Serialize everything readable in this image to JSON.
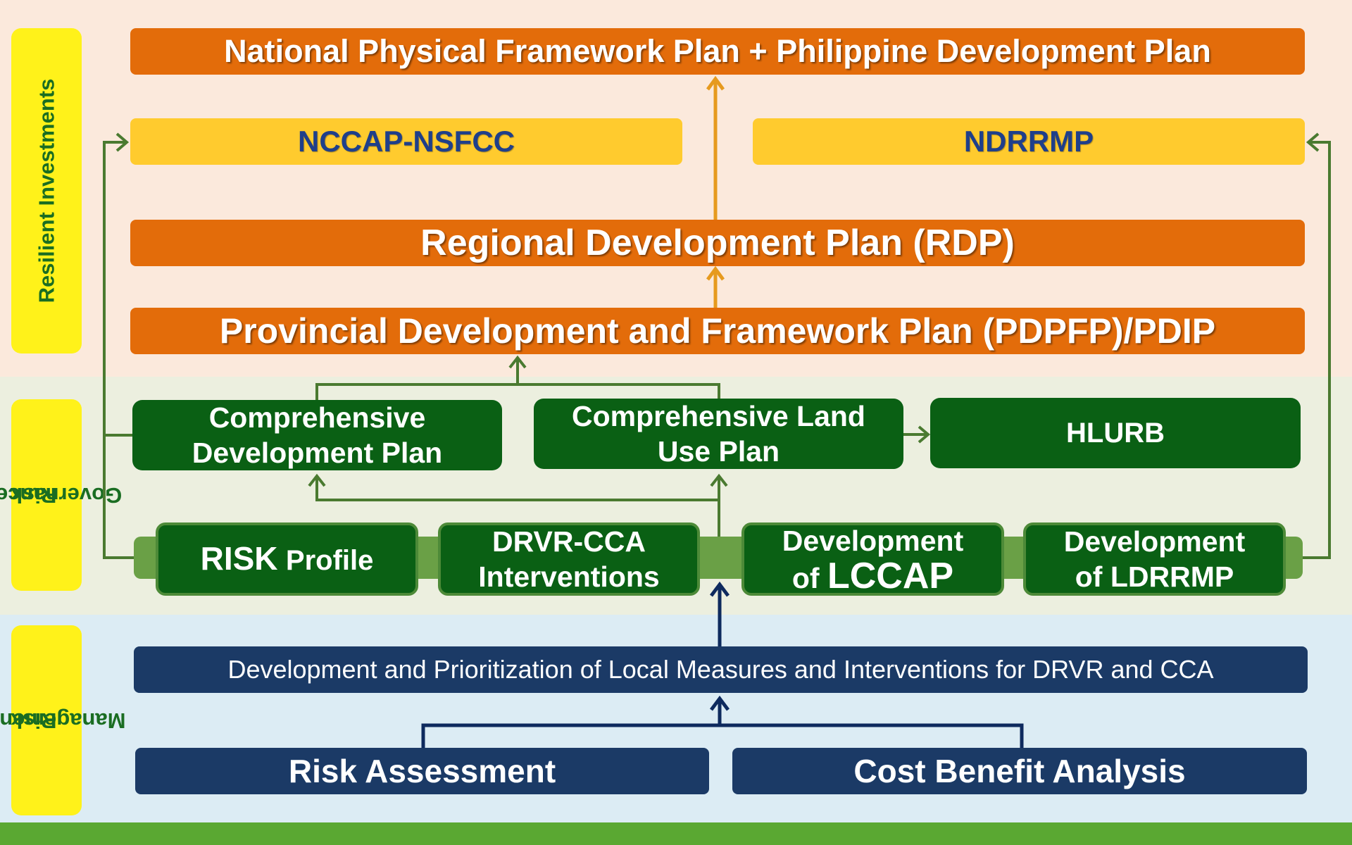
{
  "side_labels": {
    "resilient": "Resilient Investments",
    "governance_line1": "Risk",
    "governance_line2": "Governance",
    "management_line1": "Risk",
    "management_line2": "Management"
  },
  "boxes": {
    "national_plan": "National Physical Framework Plan + Philippine Development Plan",
    "nccap": "NCCAP-NSFCC",
    "ndrrmp": "NDRRMP",
    "rdp": "Regional Development Plan (RDP)",
    "pdpfp": "Provincial Development and Framework Plan (PDPFP)/PDIP",
    "cdp_line1": "Comprehensive",
    "cdp_line2": "Development Plan",
    "clup_line1": "Comprehensive Land",
    "clup_line2": "Use Plan",
    "hlurb": "HLURB",
    "risk_big": "RISK",
    "risk_small": "Profile",
    "drvr_line1": "DRVR-CCA",
    "drvr_line2": "Interventions",
    "lccap_line1": "Development",
    "lccap_of": "of",
    "lccap_big": "LCCAP",
    "ldrrmp_line1": "Development",
    "ldrrmp_line2": "of LDRRMP",
    "measures": "Development and Prioritization of Local Measures and Interventions for DRVR and CCA",
    "risk_assessment": "Risk Assessment",
    "cost_benefit": "Cost Benefit Analysis"
  },
  "colors": {
    "resilient_band": "#fbe9dc",
    "governance_band": "#ecefdf",
    "management_band": "#dcecf4",
    "side_label_bg": "#fff21a",
    "orange_box": "#e36c0a",
    "gold_box": "#ffcb2e",
    "green_box": "#0a6014",
    "navy_box": "#1b3a66"
  }
}
